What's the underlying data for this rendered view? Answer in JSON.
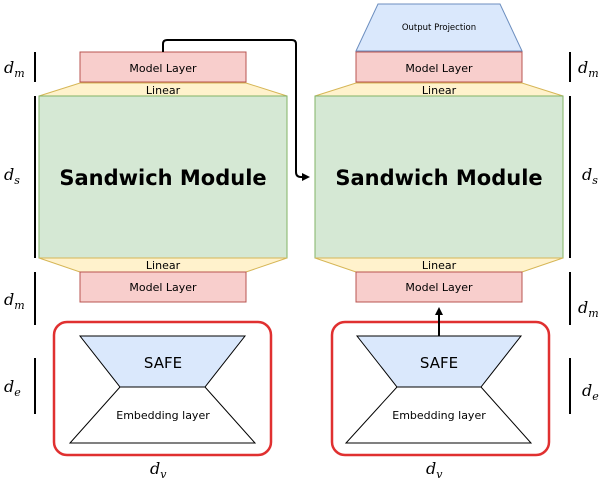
{
  "left": {
    "model_layer_top": "Model Layer",
    "linear_top": "Linear",
    "sandwich": "Sandwich Module",
    "linear_bottom": "Linear",
    "model_layer_bottom": "Model Layer",
    "safe": "SAFE",
    "embedding": "Embedding layer"
  },
  "right": {
    "output_projection": "Output Projection",
    "model_layer_top": "Model Layer",
    "linear_top": "Linear",
    "sandwich": "Sandwich Module",
    "linear_bottom": "Linear",
    "model_layer_bottom": "Model Layer",
    "safe": "SAFE",
    "embedding": "Embedding layer"
  },
  "dims": {
    "d_m": "d",
    "d_m_sub": "m",
    "d_s": "d",
    "d_s_sub": "s",
    "d_e": "d",
    "d_e_sub": "e",
    "d_v": "d",
    "d_v_sub": "v"
  },
  "colors": {
    "model_layer_fill": "#f8cecc",
    "model_layer_stroke": "#b85450",
    "linear_fill": "#fff2cc",
    "linear_stroke": "#d6b656",
    "sandwich_fill": "#d5e8d4",
    "sandwich_stroke": "#82b366",
    "safe_fill": "#dae8fc",
    "safe_stroke": "#000000",
    "highlight_stroke": "#e03030"
  }
}
